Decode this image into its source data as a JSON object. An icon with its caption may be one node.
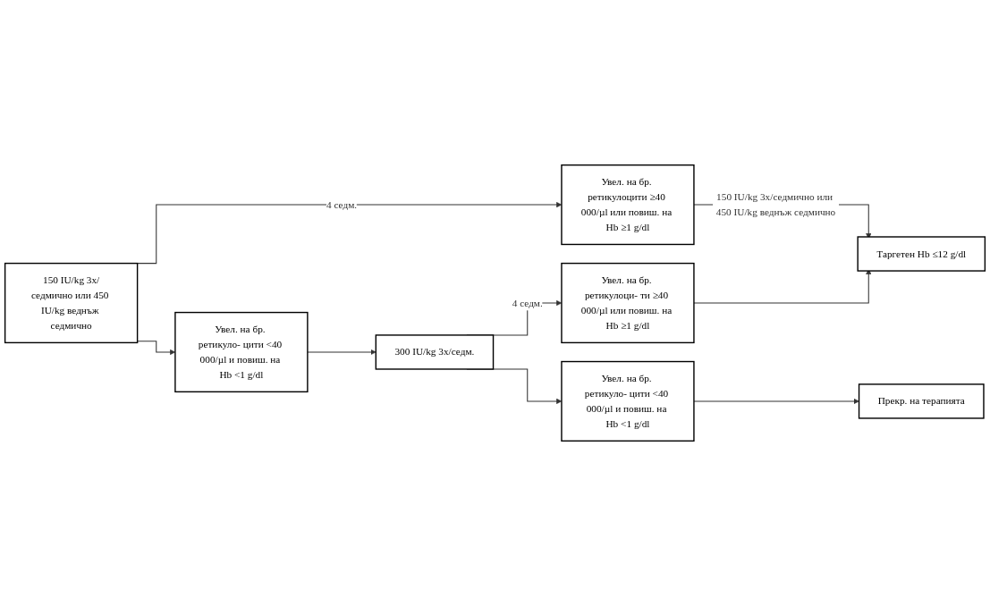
{
  "diagram": {
    "nodes": [
      {
        "text": [
          "150 IU/kg 3x/седмично или 450 IU/kg веднъж седмично"
        ]
      },
      {
        "text": [
          "Увел. на бр. ретикулоцити ≥40 000/µl или повиш. на Hb ≥1 g/dl"
        ]
      },
      {
        "text": [
          "Увел. на бр. ретикуло- цити <40 000/µl и повиш. на Hb <1 g/dl"
        ]
      },
      {
        "text": [
          "300 IU/kg 3x/седм."
        ]
      },
      {
        "text": [
          "Увел. на бр. ретикулоци- ти ≥40 000/µl или повиш. на Hb ≥1 g/dl"
        ]
      },
      {
        "text": [
          "Увел. на бр. ретикуло- цити <40 000/µl и повиш. на Hb <1 g/dl"
        ]
      },
      {
        "text": [
          "Таргетен Hb ≤12 g/dl"
        ]
      },
      {
        "text": [
          "Прекр. на терапията"
        ]
      }
    ],
    "edges": [
      {
        "from": 0,
        "to": 1,
        "arrow": "to",
        "label": "4 седм."
      },
      {
        "from": 0,
        "to": 2,
        "arrow": "to"
      },
      {
        "from": 1,
        "to": 6,
        "arrow": "to",
        "label": "150 IU/kg 3x/седмично или 450 IU/kg веднъж седмично"
      },
      {
        "from": 2,
        "to": 3,
        "arrow": "to"
      },
      {
        "from": 3,
        "to": 4,
        "arrow": "to",
        "label": "4 седм."
      },
      {
        "from": 3,
        "to": 5,
        "arrow": "to"
      },
      {
        "from": 4,
        "to": 6,
        "arrow": "to"
      },
      {
        "from": 5,
        "to": 7,
        "arrow": "to"
      }
    ]
  }
}
